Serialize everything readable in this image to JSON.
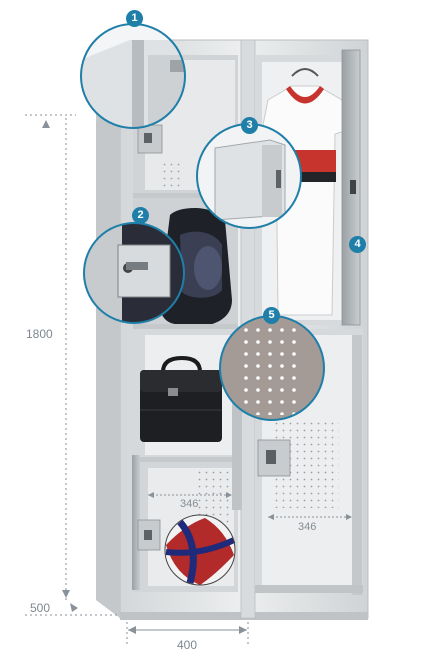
{
  "dimensions": {
    "height": "1800",
    "depth": "500",
    "width": "400",
    "inner_width_left": "346",
    "inner_width_right": "346"
  },
  "callouts": [
    "1",
    "2",
    "3",
    "4",
    "5"
  ],
  "colors": {
    "callout_blue": "#1f7fa8",
    "locker_grey": "#e3e5e6",
    "dimension_grey": "#8a9299"
  }
}
